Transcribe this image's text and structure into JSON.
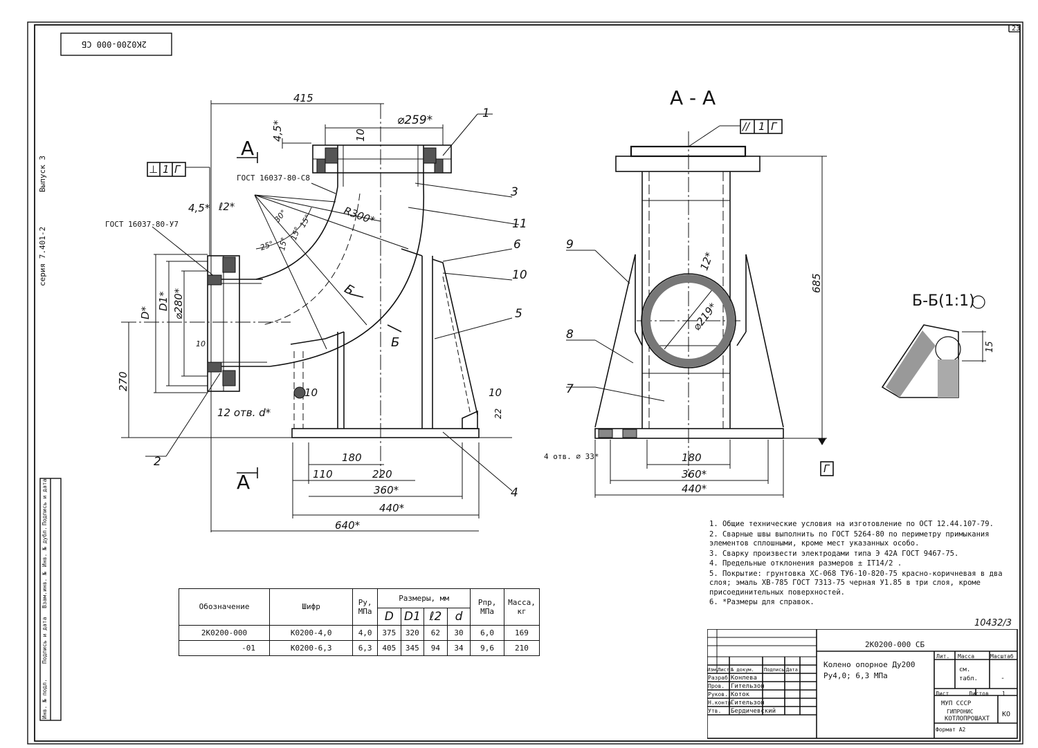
{
  "sheet": {
    "number": "23",
    "mirror_code": "2К0200-000 СБ",
    "series": "серия 7.401-2",
    "issue": "Выпуск 3",
    "inv_number": "10432/3"
  },
  "side_strip": [
    "Инв. № подл.",
    "Подпись и дата",
    "Взам.инв. №",
    "Инв. № дубл.",
    "Подпись и дата"
  ],
  "front_view": {
    "section_labels": [
      "А",
      "А",
      "Б",
      "Б"
    ],
    "weld_labels": [
      "ГОСТ 16037-80-С8",
      "ГОСТ 16037-80-У7"
    ],
    "datum_frame": [
      "⊥",
      "1",
      "Г"
    ],
    "dimensions": [
      "415",
      "4,5*",
      "10",
      "⌀259*",
      "4,5*",
      "ℓ2*",
      "R300*",
      "30°",
      "15°",
      "15°",
      "15°",
      "25°",
      "D*",
      "D1*",
      "⌀280*",
      "10",
      "270",
      "12 отв. d*",
      "10",
      "10",
      "22",
      "180",
      "110",
      "220",
      "360*",
      "440*",
      "640*"
    ],
    "callouts": [
      "1",
      "2",
      "3",
      "4",
      "5",
      "6",
      "10",
      "11"
    ]
  },
  "section_aa": {
    "title": "А - А",
    "datum_frame": [
      "//",
      "1",
      "Г"
    ],
    "dimensions": [
      "12*",
      "⌀219*",
      "685",
      "4 отв. ⌀ 33*",
      "180",
      "360*",
      "440*"
    ],
    "datum": "Г",
    "callouts": [
      "7",
      "8",
      "9"
    ]
  },
  "section_bb": {
    "title": "Б-Б(1:1)",
    "dimension": "15"
  },
  "spec_table": {
    "headers": {
      "designation": "Обозначение",
      "code": "Шифр",
      "py": "Py,\nМПа",
      "sizes": "Размеры, мм",
      "ppr": "Pпр,\nМПа",
      "mass": "Масса,\nкг"
    },
    "size_cols": [
      "D",
      "D1",
      "ℓ2",
      "d"
    ],
    "rows": [
      {
        "designation": "2К0200-000",
        "code": "К0200-4,0",
        "py": "4,0",
        "D": "375",
        "D1": "320",
        "b2": "62",
        "d": "30",
        "ppr": "6,0",
        "mass": "169"
      },
      {
        "designation": "-01",
        "code": "К0200-6,3",
        "py": "6,3",
        "D": "405",
        "D1": "345",
        "b2": "94",
        "d": "34",
        "ppr": "9,6",
        "mass": "210"
      }
    ]
  },
  "notes": [
    "1. Общие технические условия на изготовление по ОСТ 12.44.107-79.",
    "2. Сварные швы выполнить по ГОСТ 5264-80 по периметру примыкания элементов сплошными, кроме мест указанных особо.",
    "3. Сварку произвести электродами типа Э 42А ГОСТ 9467-75.",
    "4. Предельные отклонения размеров ± IT14/2 .",
    "5. Покрытие: грунтовка ХС-068 ТУ6-10-820-75 красно-коричневая в два слоя; эмаль ХВ-785 ГОСТ 7313-75 черная У1.85 в три слоя, кроме присоединительных поверхностей.",
    "6. *Размеры для справок."
  ],
  "title_block": {
    "document": "2К0200-000 СБ",
    "name_line1": "Колено опорное Ду200",
    "name_line2": "Ру4,0; 6,3 МПа",
    "col_headers": [
      "Изм.",
      "Лист",
      "№ докум.",
      "Подпись",
      "Дата"
    ],
    "roles": [
      {
        "role": "Разраб.",
        "name": "Конлева"
      },
      {
        "role": "Пров.",
        "name": "Гительзон"
      },
      {
        "role": "Руков.",
        "name": "Коток"
      },
      {
        "role": "Н.контр.",
        "name": "Гительзон"
      },
      {
        "role": "Утв.",
        "name": "Бердичевский"
      }
    ],
    "lit": "Лит.",
    "mass_label": "Масса",
    "scale_label": "Масштаб",
    "mass_value": "см. табл.",
    "scale_value": "-",
    "sheet_label": "Лист",
    "sheets_label": "Листов",
    "sheets_value": "1",
    "org_line1": "МУП СССР",
    "org_line2": "ГИПРОНИС",
    "org_line3": "КОТЛОПРОШАХТ",
    "org_suffix": "КО",
    "format": "Формат А2"
  }
}
